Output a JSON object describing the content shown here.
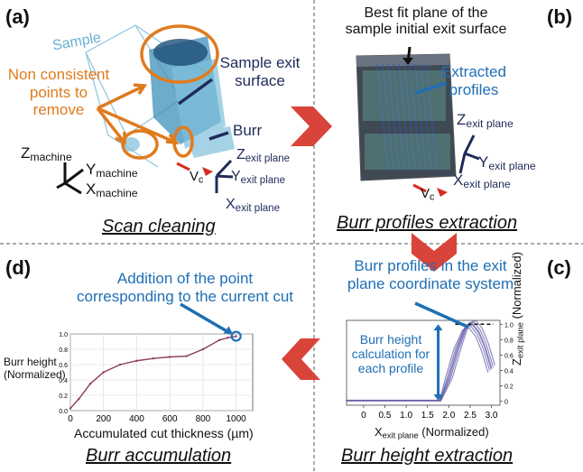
{
  "panels": {
    "a": {
      "letter": "(a)",
      "caption": "Scan cleaning",
      "sample_label": "Sample",
      "non_consistent": [
        "Non consistent",
        "points to",
        "remove"
      ],
      "exit_surface": [
        "Sample exit",
        "surface"
      ],
      "burr": "Burr",
      "z_machine": "Z",
      "z_machine_sub": "machine",
      "y_machine": "Y",
      "y_machine_sub": "machine",
      "x_machine": "X",
      "x_machine_sub": "machine",
      "vc": "V",
      "vc_sub": "c",
      "z_exit": "Z",
      "z_exit_sub": "exit plane",
      "y_exit": "Y",
      "y_exit_sub": "exit plane",
      "x_exit": "X",
      "x_exit_sub": "exit plane"
    },
    "b": {
      "letter": "(b)",
      "caption": "Burr profiles extraction",
      "best_fit": [
        "Best fit plane of the",
        "sample initial exit surface"
      ],
      "extracted": [
        "Extracted",
        "profiles"
      ],
      "z_exit": "Z",
      "z_exit_sub": "exit plane",
      "y_exit": "Y",
      "y_exit_sub": "exit plane",
      "x_exit": "X",
      "x_exit_sub": "exit plane",
      "vc": "V",
      "vc_sub": "c"
    },
    "c": {
      "letter": "(c)",
      "caption": "Burr height extraction",
      "title": [
        "Burr profiles in the exit",
        "plane coordinate system"
      ],
      "calc": [
        "Burr height",
        "calculation for",
        "each profile"
      ],
      "xlabel_main": "X",
      "xlabel_sub": "exit plane",
      "xlabel_tail": " (Normalized)",
      "ylabel_main": "Z",
      "ylabel_sub": "exit plane",
      "ylabel_tail": " (Normalized)"
    },
    "d": {
      "letter": "(d)",
      "caption": "Burr accumulation",
      "title": [
        "Addition of the point",
        "corresponding to the current cut"
      ],
      "xlabel": "Accumulated cut thickness (µm)",
      "ylabel": [
        "Burr height",
        "(Normalized)"
      ]
    }
  },
  "chart_data": [
    {
      "type": "line",
      "title": "",
      "xlabel": "Accumulated cut thickness (µm)",
      "ylabel": "Burr height (Normalized)",
      "xlim": [
        0,
        1100
      ],
      "ylim": [
        0,
        1.0
      ],
      "xticks": [
        0,
        200,
        400,
        600,
        800,
        1000
      ],
      "yticks": [
        0,
        0.2,
        0.4,
        0.6,
        0.8,
        1.0
      ],
      "x": [
        0,
        50,
        120,
        200,
        300,
        400,
        500,
        600,
        700,
        800,
        900,
        950,
        1000
      ],
      "y": [
        0.03,
        0.15,
        0.35,
        0.5,
        0.6,
        0.65,
        0.68,
        0.7,
        0.71,
        0.8,
        0.92,
        0.95,
        0.97
      ],
      "highlight_point": [
        1000,
        0.97
      ],
      "color": "#8e3b5f"
    },
    {
      "type": "line",
      "title": "",
      "xlabel": "X exit plane (Normalized)",
      "ylabel": "Z exit plane (Normalized)",
      "xlim": [
        -0.4,
        3.2
      ],
      "ylim": [
        -0.05,
        1.05
      ],
      "xticks": [
        0,
        0.5,
        1.0,
        1.5,
        2.0,
        2.5,
        3.0
      ],
      "ytick_labels": [
        "0",
        "0.2",
        "0.4",
        "0.6",
        "0.8",
        "1.0"
      ],
      "x": [
        -0.4,
        0,
        0.5,
        1.0,
        1.5,
        1.8,
        2.0,
        2.2,
        2.4,
        2.55,
        2.7,
        2.85,
        3.0
      ],
      "y": [
        0.01,
        0.01,
        0.01,
        0.01,
        0.01,
        0.01,
        0.3,
        0.68,
        0.97,
        1.0,
        0.9,
        0.7,
        0.42
      ],
      "color": "#5f5aa8"
    }
  ],
  "colors": {
    "orange": "#e07b1e",
    "blue_label": "#1f6fb5",
    "navy": "#1f2a5a",
    "red_chevron": "#d9443a",
    "sample_blue": "#6aaed0"
  },
  "icons": [
    "chevron-right-icon",
    "chevron-down-icon",
    "chevron-left-icon"
  ]
}
